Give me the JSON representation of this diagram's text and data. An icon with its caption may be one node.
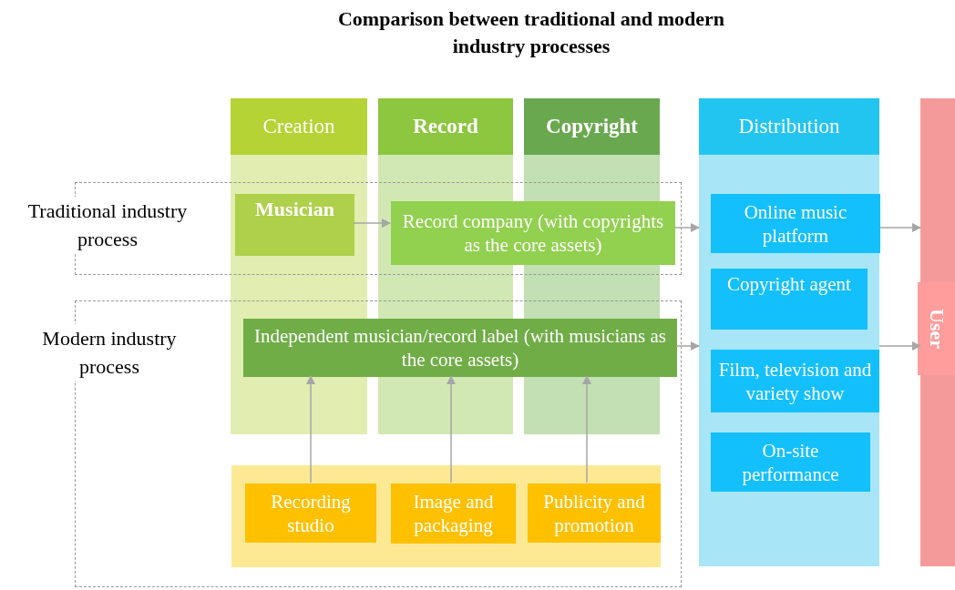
{
  "diagram": {
    "title": "Comparison between traditional and modern industry processes",
    "nodes": [
      {
        "text": [
          "Creation"
        ]
      },
      {
        "text": [
          "Record"
        ]
      },
      {
        "text": [
          "Copyright"
        ]
      },
      {
        "text": [
          "Distribution"
        ]
      },
      {
        "text": [
          "User"
        ]
      },
      {
        "text": [
          "Traditional industry process"
        ]
      },
      {
        "text": [
          "Musician"
        ],
        "in": 5
      },
      {
        "text": [
          "Record company (with copyrights as the core assets)"
        ],
        "in": 5
      },
      {
        "text": [
          "Online music platform"
        ],
        "in": 3
      },
      {
        "text": [
          "Copyright agent"
        ],
        "in": 3
      },
      {
        "text": [
          "Modern industry process"
        ]
      },
      {
        "text": [
          "Independent musician/record label (with musicians as the core assets)"
        ],
        "in": 10
      },
      {
        "text": [
          "Film, television and variety show"
        ],
        "in": 3
      },
      {
        "text": [
          "On-site performance"
        ],
        "in": 3
      },
      {
        "text": [],
        "shape": "box",
        "in": 10
      },
      {
        "text": [
          "Recording studio"
        ],
        "in": 14
      },
      {
        "text": [
          "Image and packaging"
        ],
        "in": 14
      },
      {
        "text": [
          "Publicity and promotion"
        ],
        "in": 14
      }
    ],
    "edges": [
      {
        "from": 6,
        "to": 7,
        "arrow": "to"
      },
      {
        "from": 7,
        "to": 3,
        "arrow": "to"
      },
      {
        "from": 8,
        "to": 4,
        "arrow": "to"
      },
      {
        "from": 11,
        "to": 3,
        "arrow": "to"
      },
      {
        "from": 3,
        "to": 4,
        "arrow": "to"
      },
      {
        "from": 15,
        "to": 11,
        "arrow": "to"
      },
      {
        "from": 16,
        "to": 11,
        "arrow": "to"
      },
      {
        "from": 17,
        "to": 11,
        "arrow": "to"
      }
    ]
  }
}
